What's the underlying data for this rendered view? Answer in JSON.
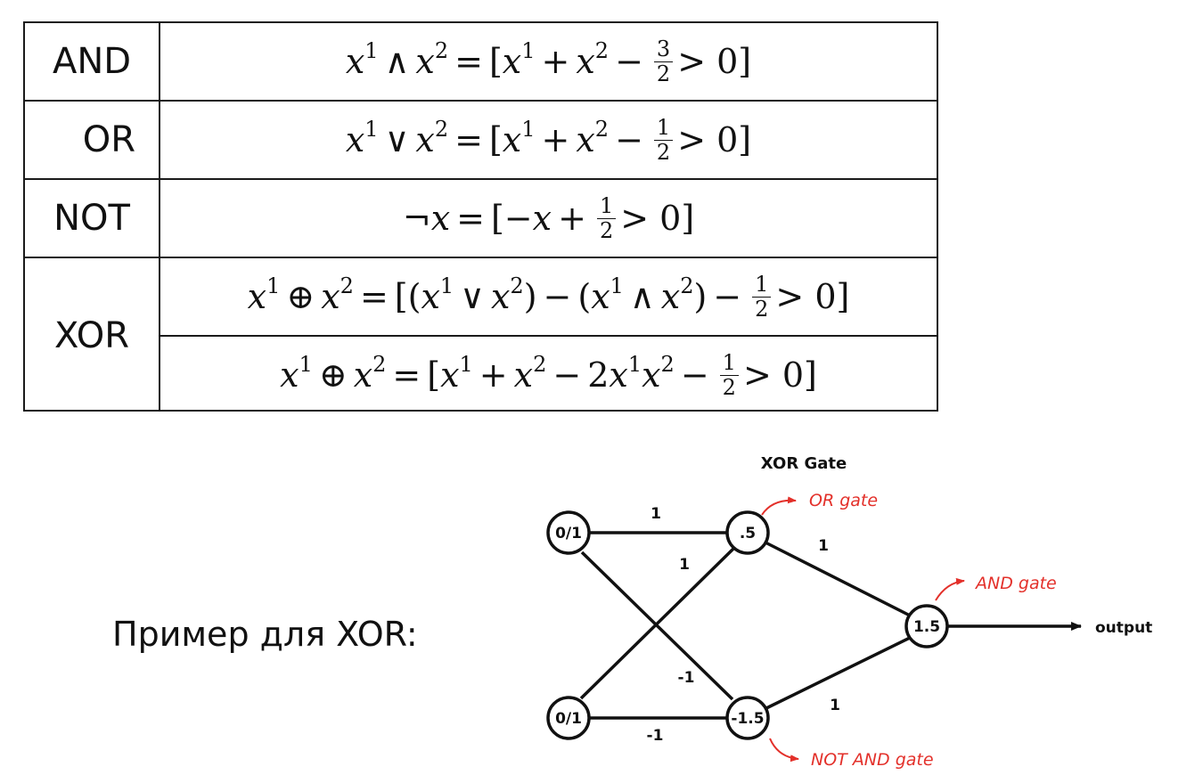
{
  "table": {
    "rows": [
      {
        "gate": "AND",
        "formula": {
          "lhs_op": "∧",
          "mid_op": "+",
          "frac_op": "−",
          "frac_num": "3",
          "frac_den": "2",
          "rhs": "> 0]"
        }
      },
      {
        "gate": "OR",
        "formula": {
          "lhs_op": "∨",
          "mid_op": "+",
          "frac_op": "−",
          "frac_num": "1",
          "frac_den": "2",
          "rhs": "> 0]"
        }
      },
      {
        "gate": "NOT",
        "formula": {
          "frac_num": "1",
          "frac_den": "2",
          "rhs": "> 0]"
        }
      },
      {
        "gate": "XOR",
        "formulas": [
          {
            "frac_num": "1",
            "frac_den": "2",
            "rhs": "> 0]"
          },
          {
            "frac_num": "1",
            "frac_den": "2",
            "rhs": "> 0]"
          }
        ]
      }
    ]
  },
  "example_label": "Пример для XOR:",
  "diagram": {
    "title": "XOR Gate",
    "nodes": {
      "input_top": "0/1",
      "input_bottom": "0/1",
      "hidden_or": ".5",
      "hidden_nand": "-1.5",
      "output": "1.5"
    },
    "weights": {
      "in_top_to_or": "1",
      "in_bottom_to_or": "1",
      "in_top_to_nand": "-1",
      "in_bottom_to_nand": "-1",
      "or_to_out": "1",
      "nand_to_out": "1"
    },
    "annotations": {
      "or": "OR gate",
      "and": "AND gate",
      "nand": "NOT AND gate"
    },
    "output_label": "output",
    "colors": {
      "annotation": "#e3302a",
      "lines": "#111111"
    }
  }
}
